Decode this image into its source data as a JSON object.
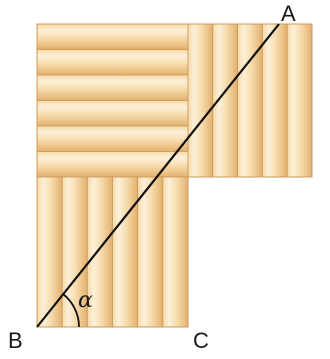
{
  "figure": {
    "points": {
      "A": "A",
      "B": "B",
      "C": "C"
    },
    "angle_symbol": "α"
  },
  "colors": {
    "plank_light": "#fbe6c4",
    "plank_mid": "#f2cf97",
    "plank_dark": "#e3b06c",
    "plank_edge": "#c99a5b",
    "line": "#111111"
  }
}
